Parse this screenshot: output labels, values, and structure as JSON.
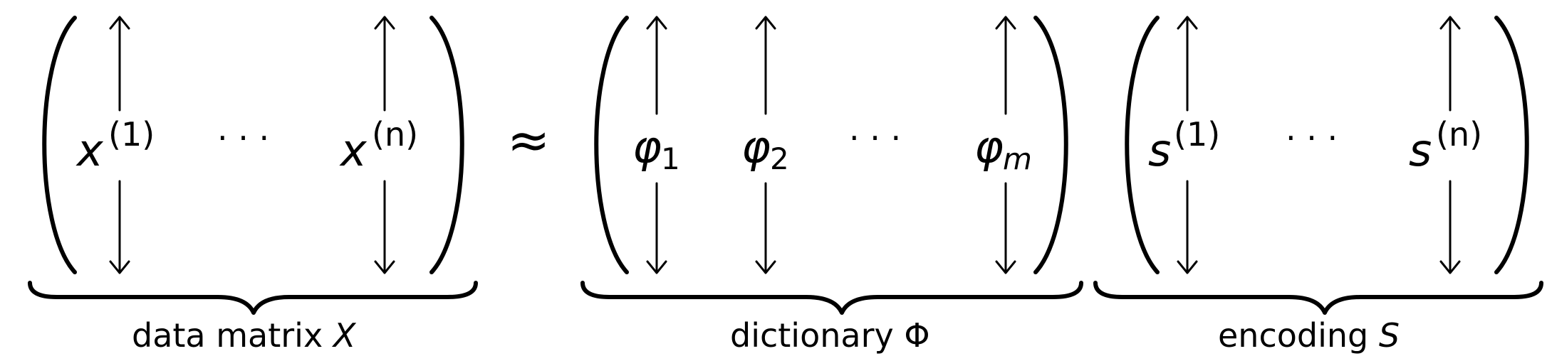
{
  "relation": "≈",
  "dots": "· · ·",
  "matrices": [
    {
      "id": "X",
      "columns": [
        {
          "base": "x",
          "sup": "(1)"
        },
        {
          "base": "x",
          "sup": "(n)"
        }
      ],
      "has_dots": true,
      "label_text": "data matrix ",
      "label_symbol": "X"
    },
    {
      "id": "Phi",
      "columns": [
        {
          "base": "φ",
          "sub": "1"
        },
        {
          "base": "φ",
          "sub": "2"
        },
        {
          "base": "φ",
          "sub": "m"
        }
      ],
      "has_dots": true,
      "label_text": "dictionary ",
      "label_symbol": "Φ"
    },
    {
      "id": "S",
      "columns": [
        {
          "base": "s",
          "sup": "(1)"
        },
        {
          "base": "s",
          "sup": "(n)"
        }
      ],
      "has_dots": true,
      "label_text": "encoding ",
      "label_symbol": "S"
    }
  ]
}
